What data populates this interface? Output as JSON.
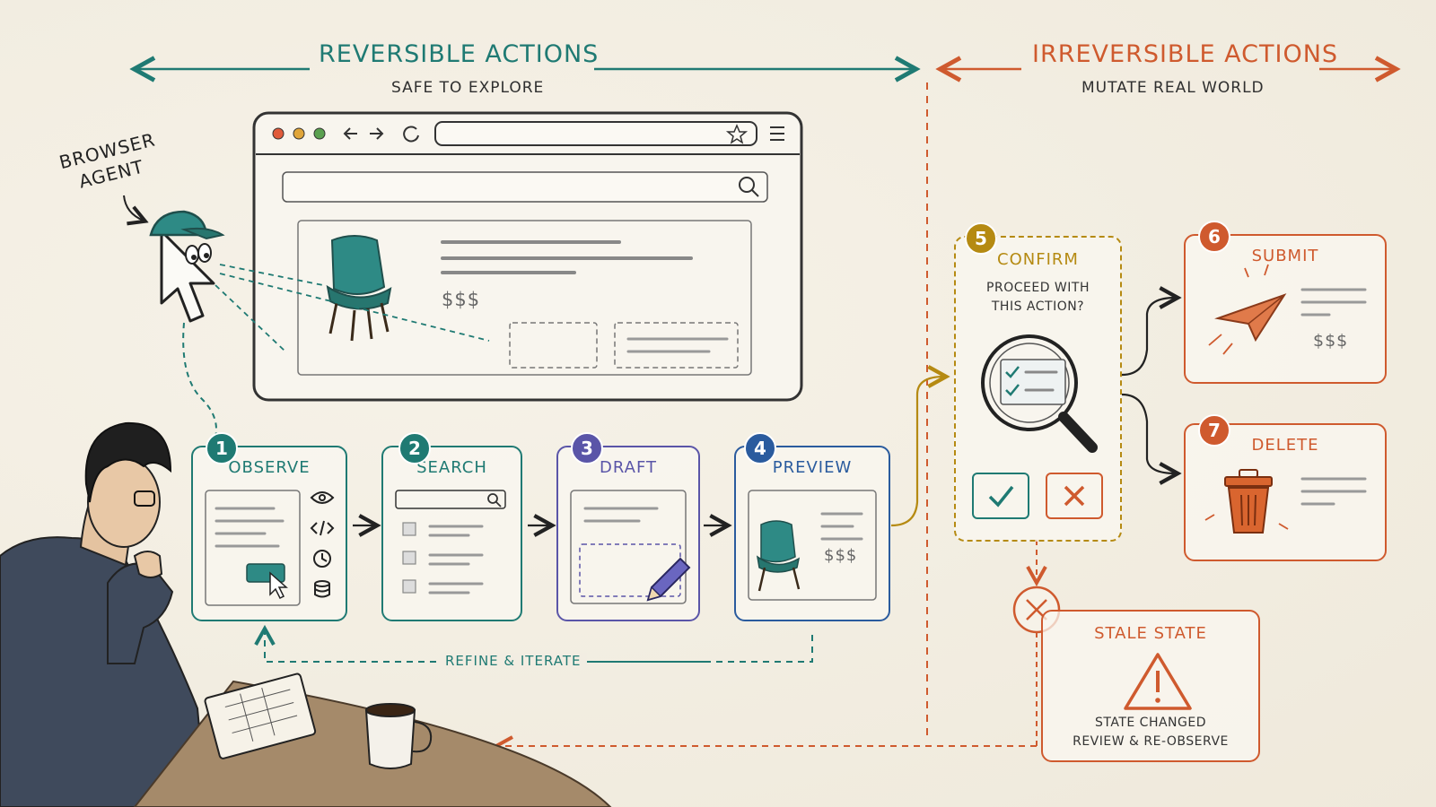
{
  "reversible": {
    "title": "REVERSIBLE ACTIONS",
    "subtitle": "SAFE TO EXPLORE"
  },
  "irreversible": {
    "title": "IRREVERSIBLE ACTIONS",
    "subtitle": "MUTATE REAL WORLD"
  },
  "agent": {
    "line1": "BROWSER",
    "line2": "AGENT"
  },
  "browser": {
    "price": "$$$"
  },
  "steps": [
    {
      "num": "1",
      "label": "OBSERVE"
    },
    {
      "num": "2",
      "label": "SEARCH"
    },
    {
      "num": "3",
      "label": "DRAFT"
    },
    {
      "num": "4",
      "label": "PREVIEW",
      "price": "$$$"
    },
    {
      "num": "5",
      "label": "CONFIRM",
      "question_line1": "PROCEED WITH",
      "question_line2": "THIS ACTION?"
    },
    {
      "num": "6",
      "label": "SUBMIT",
      "price": "$$$"
    },
    {
      "num": "7",
      "label": "DELETE"
    }
  ],
  "loop_label": "REFINE & ITERATE",
  "stale": {
    "title": "STALE STATE",
    "line1": "STATE CHANGED",
    "line2": "REVIEW & RE-OBSERVE"
  },
  "colors": {
    "teal": "#1f7a73",
    "orange": "#cf5a2e",
    "gold": "#b58a12",
    "purple": "#5a55a8",
    "blue": "#2a5b9e"
  },
  "icons": [
    "eye-icon",
    "code-icon",
    "clock-icon",
    "database-icon",
    "search-icon",
    "pencil-icon",
    "magnifier-checklist-icon",
    "check-icon",
    "close-icon",
    "paper-plane-icon",
    "trash-icon",
    "warning-icon",
    "star-icon",
    "menu-icon",
    "reload-icon"
  ]
}
